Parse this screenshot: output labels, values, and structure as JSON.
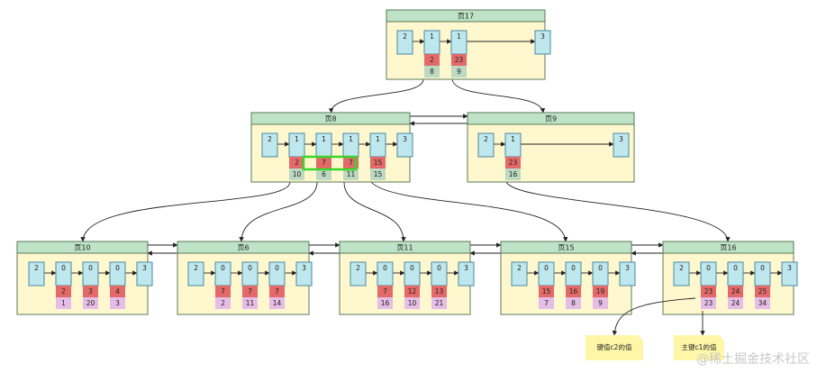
{
  "pages": [
    {
      "id": "p17",
      "title": "页17",
      "entries": [
        {
          "owner": "2"
        },
        {
          "owner": "1",
          "key": "2",
          "ptr": "8"
        },
        {
          "owner": "1",
          "key": "23",
          "ptr": "9"
        },
        {
          "owner": "3"
        }
      ]
    },
    {
      "id": "p8",
      "title": "页8",
      "entries": [
        {
          "owner": "2"
        },
        {
          "owner": "1",
          "key": "2",
          "ptr": "10"
        },
        {
          "owner": "1",
          "key": "7",
          "ptr": "6"
        },
        {
          "owner": "1",
          "key": "7",
          "ptr": "11"
        },
        {
          "owner": "1",
          "key": "15",
          "ptr": "15"
        },
        {
          "owner": "3"
        }
      ]
    },
    {
      "id": "p9",
      "title": "页9",
      "entries": [
        {
          "owner": "2"
        },
        {
          "owner": "1",
          "key": "23",
          "ptr": "16"
        },
        {
          "owner": "3"
        }
      ]
    },
    {
      "id": "p10",
      "title": "页10",
      "entries": [
        {
          "owner": "2"
        },
        {
          "owner": "0",
          "key": "2",
          "ptr": "1"
        },
        {
          "owner": "0",
          "key": "3",
          "ptr": "20"
        },
        {
          "owner": "0",
          "key": "4",
          "ptr": "3"
        },
        {
          "owner": "3"
        }
      ]
    },
    {
      "id": "p6",
      "title": "页6",
      "entries": [
        {
          "owner": "2"
        },
        {
          "owner": "0",
          "key": "7",
          "ptr": "2"
        },
        {
          "owner": "0",
          "key": "7",
          "ptr": "11"
        },
        {
          "owner": "0",
          "key": "7",
          "ptr": "14"
        },
        {
          "owner": "3"
        }
      ]
    },
    {
      "id": "p11",
      "title": "页11",
      "entries": [
        {
          "owner": "2"
        },
        {
          "owner": "0",
          "key": "7",
          "ptr": "16"
        },
        {
          "owner": "0",
          "key": "12",
          "ptr": "10"
        },
        {
          "owner": "0",
          "key": "13",
          "ptr": "21"
        },
        {
          "owner": "3"
        }
      ]
    },
    {
      "id": "p15",
      "title": "页15",
      "entries": [
        {
          "owner": "2"
        },
        {
          "owner": "0",
          "key": "15",
          "ptr": "7"
        },
        {
          "owner": "0",
          "key": "16",
          "ptr": "8"
        },
        {
          "owner": "0",
          "key": "19",
          "ptr": "9"
        },
        {
          "owner": "3"
        }
      ]
    },
    {
      "id": "p16",
      "title": "页16",
      "entries": [
        {
          "owner": "2"
        },
        {
          "owner": "0",
          "key": "23",
          "ptr": "23"
        },
        {
          "owner": "0",
          "key": "24",
          "ptr": "24"
        },
        {
          "owner": "0",
          "key": "25",
          "ptr": "34"
        },
        {
          "owner": "3"
        }
      ]
    }
  ],
  "notes": [
    {
      "id": "n1",
      "text": "键值c2的值"
    },
    {
      "id": "n2",
      "text": "主键c1的值"
    }
  ],
  "watermark": "@稀土掘金技术社区",
  "colors": {
    "header": "#bfe3c7",
    "body": "#fff8cf",
    "cell": "#bfe7ee",
    "key": "#e46a6a",
    "ptr_inner": "#bcd9c1",
    "ptr_leaf": "#e6bde6",
    "highlight": "#39d62a"
  }
}
